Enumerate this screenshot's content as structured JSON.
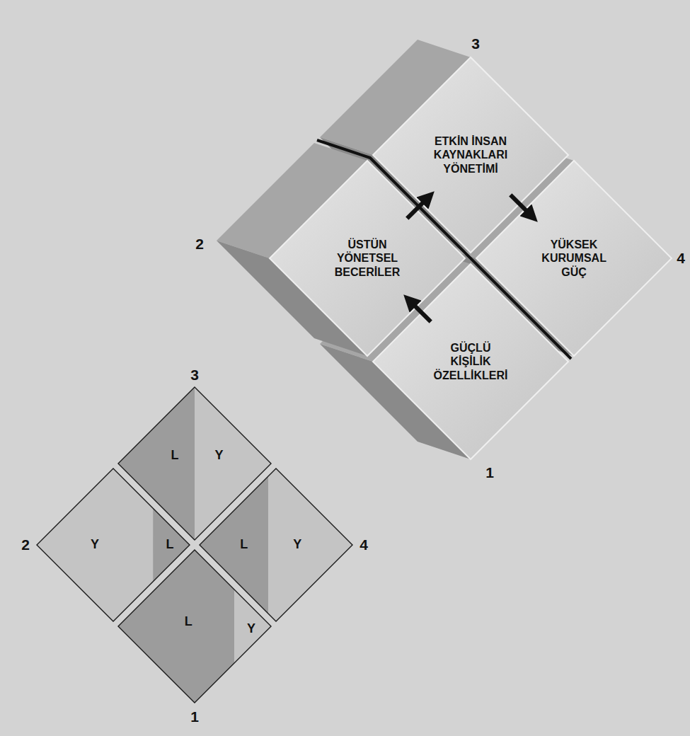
{
  "diagram": {
    "nodes": [
      {
        "text": [
          "ETKİN İNSAN KAYNAKLARI YÖNETİMİ"
        ]
      },
      {
        "text": [
          "ÜSTÜN YÖNETSEL BECERİLER"
        ]
      },
      {
        "text": [
          "YÜKSEK KURUMSAL GÜÇ"
        ]
      },
      {
        "text": [
          "GÜÇLÜ KİŞİLİK ÖZELLİKLERİ"
        ]
      },
      {
        "text": [
          "L",
          "Y"
        ]
      },
      {
        "text": [
          "Y",
          "L"
        ]
      },
      {
        "text": [
          "L",
          "Y"
        ]
      },
      {
        "text": [
          "L",
          "Y"
        ]
      }
    ],
    "edges": [
      {
        "from": 3,
        "to": 1,
        "arrow": "to"
      },
      {
        "from": 1,
        "to": 0,
        "arrow": "to"
      },
      {
        "from": 0,
        "to": 2,
        "arrow": "to"
      }
    ],
    "labels": [
      "3",
      "2",
      "4",
      "1",
      "3",
      "2",
      "4",
      "1"
    ]
  }
}
